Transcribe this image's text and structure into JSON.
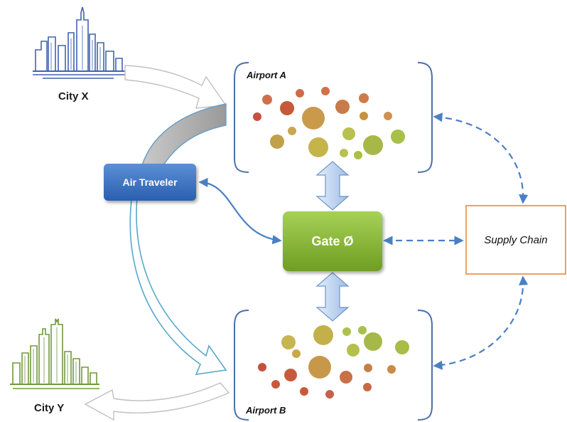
{
  "cities": {
    "x": {
      "label": "City X"
    },
    "y": {
      "label": "City Y"
    }
  },
  "airports": {
    "a": {
      "label": "Airport A"
    },
    "b": {
      "label": "Airport B"
    }
  },
  "nodes": {
    "air_traveler": "Air Traveler",
    "gate": "Gate Ø",
    "supply_chain": "Supply Chain"
  },
  "colors": {
    "air_traveler": "#2f68b8",
    "gate": "#86b536",
    "supply_chain_border": "#f0a060",
    "connector_blue": "#4a7fc4",
    "double_arrow_fill": "#bcd4f0",
    "city_x_skyline": "#3f64b0",
    "city_y_skyline": "#6f9a3a"
  }
}
